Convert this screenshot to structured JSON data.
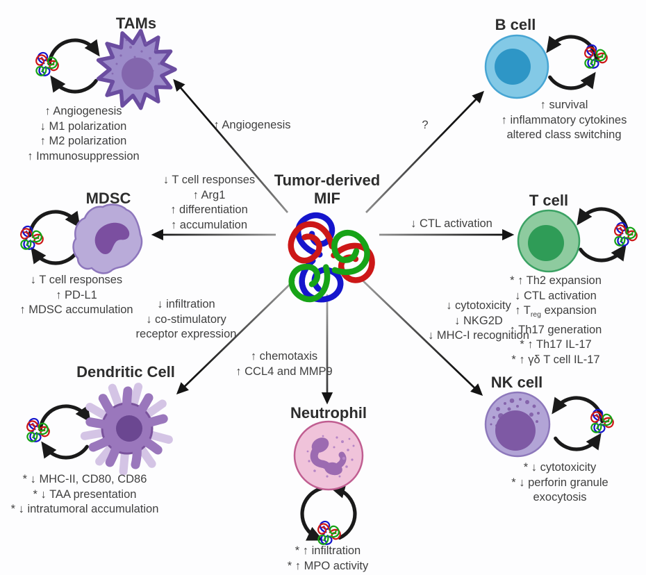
{
  "title": {
    "line1": "Tumor-derived",
    "line2": "MIF"
  },
  "cells": {
    "tams": {
      "label": "TAMs",
      "arrow_label": "↑ Angiogenesis",
      "effects": [
        "↑ Angiogenesis",
        "↓ M1 polarization",
        "↑  M2 polarization",
        "↑  Immunosuppression"
      ]
    },
    "bcell": {
      "label": "B cell",
      "arrow_label": "?",
      "effects": [
        "↑ survival",
        "↑ inflammatory cytokines",
        "altered class switching"
      ]
    },
    "mdsc": {
      "label": "MDSC",
      "arrow_label_lines": [
        "↓ T cell responses",
        "↑  Arg1",
        "↑  differentiation",
        "↑  accumulation"
      ],
      "effects": [
        "↓ T cell responses",
        "↑  PD-L1",
        "↑  MDSC accumulation"
      ]
    },
    "tcell": {
      "label": "T cell",
      "arrow_label": "↓ CTL activation",
      "effects": [
        "* ↑ Th2 expansion",
        "↓ CTL activation",
        {
          "pre": "↑ T",
          "sub": "reg",
          "post": " expansion"
        },
        "↑ Th17 generation",
        "* ↑ Th17 IL-17",
        "* ↑  γδ T cell IL-17"
      ]
    },
    "dc": {
      "label": "Dendritic Cell",
      "arrow_label_lines": [
        "↓ infiltration",
        "↓ co-stimulatory",
        "receptor expression"
      ],
      "effects": [
        "* ↓ MHC-II, CD80, CD86",
        "* ↓ TAA presentation",
        "* ↓ intratumoral accumulation"
      ]
    },
    "neutrophil": {
      "label": "Neutrophil",
      "arrow_label_lines": [
        "↑ chemotaxis",
        "↑ CCL4 and MMP9"
      ],
      "effects": [
        "* ↑ infiltration",
        "* ↑ MPO activity"
      ]
    },
    "nk": {
      "label": "NK cell",
      "arrow_label_lines": [
        "↓ cytotoxicity",
        "↓ NKG2D",
        "↓ MHC-I recognition"
      ],
      "effects": [
        "* ↓ cytotoxicity",
        "* ↓ perforin granule",
        "exocytosis"
      ]
    }
  },
  "colors": {
    "tam_body": "#9d8cca",
    "tam_nucleus": "#8366ad",
    "tam_outline": "#6b4da0",
    "b_body": "#83c9e6",
    "b_nucleus": "#2e96c6",
    "b_outline": "#47a5d3",
    "mdsc_body": "#b9abd9",
    "mdsc_nucleus": "#7b4fa0",
    "mdsc_outline": "#8d76bc",
    "t_body": "#8ecb9f",
    "t_nucleus": "#2f9c57",
    "t_outline": "#3ba264",
    "dc_body": "#9a77bc",
    "dc_nucleus": "#6b4791",
    "dc_spikes": "#d4c4e5",
    "dc_outline": "#7a539c",
    "neu_body": "#f0c3da",
    "neu_nucleus": "#9c6bb1",
    "neu_outline": "#c05e91",
    "nk_body": "#b2a4d6",
    "nk_nucleus": "#7e59a4",
    "nk_outline": "#8d78bb",
    "arrow": "#1a1a1a",
    "protein_blue": "#1515cc",
    "protein_red": "#cc1717",
    "protein_green": "#17a317"
  }
}
